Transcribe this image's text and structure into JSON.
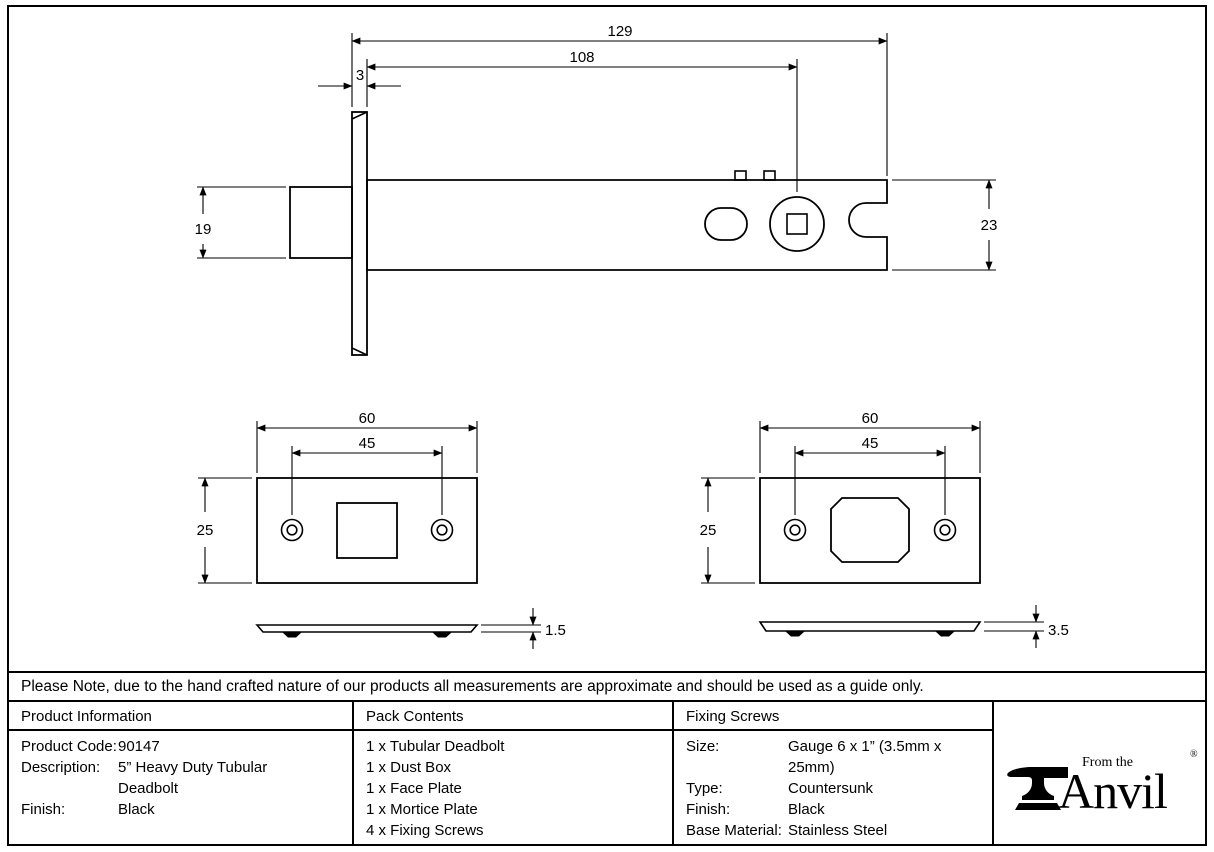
{
  "note": "Please Note, due to the hand crafted nature of our products all measurements are approximate and should be used as a guide only.",
  "dims": {
    "side_view": {
      "overall_length": "129",
      "backset": "108",
      "faceplate_thickness": "3",
      "barrel_height": "19",
      "case_height": "23"
    },
    "face_plate": {
      "width": "60",
      "hole_centres": "45",
      "height": "25",
      "thickness": "1.5"
    },
    "mortice_plate": {
      "width": "60",
      "hole_centres": "45",
      "height": "25",
      "thickness": "3.5"
    }
  },
  "table": {
    "product_information": {
      "header": "Product Information",
      "rows": [
        {
          "label": "Product Code:",
          "value": "90147"
        },
        {
          "label": "Description:",
          "value": "5” Heavy Duty Tubular Deadbolt"
        },
        {
          "label": "Finish:",
          "value": "Black"
        }
      ]
    },
    "pack_contents": {
      "header": "Pack Contents",
      "items": [
        "1 x Tubular Deadbolt",
        "1 x Dust Box",
        "1 x Face Plate",
        "1 x Mortice Plate",
        "4 x Fixing Screws"
      ]
    },
    "fixing_screws": {
      "header": "Fixing Screws",
      "rows": [
        {
          "label": "Size:",
          "value": "Gauge 6 x 1” (3.5mm x 25mm)"
        },
        {
          "label": "Type:",
          "value": "Countersunk"
        },
        {
          "label": "Finish:",
          "value": "Black"
        },
        {
          "label": "Base Material:",
          "value": "Stainless Steel"
        }
      ]
    }
  },
  "brand": {
    "tagline": "From the",
    "registered": "®",
    "name": "Anvil"
  }
}
